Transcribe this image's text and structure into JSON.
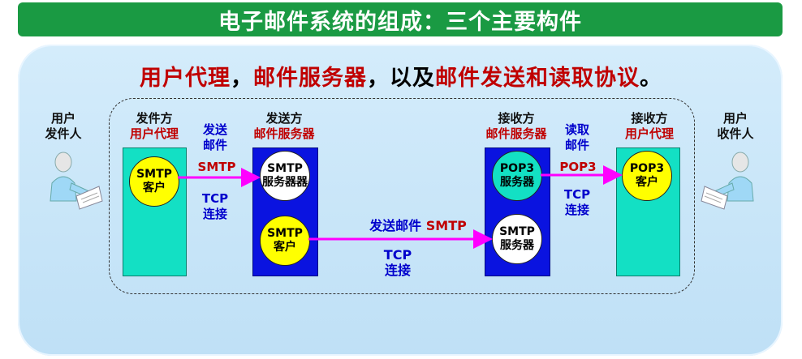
{
  "title": "电子邮件系统的组成：三个主要构件",
  "subtitle": {
    "part1": "用户代理",
    "sep1": "，",
    "part2": "邮件服务器",
    "sep2": "，以及",
    "part3": "邮件发送和读取协议",
    "end": "。"
  },
  "sender_user": {
    "line1": "用户",
    "line2": "发件人"
  },
  "receiver_user": {
    "line1": "用户",
    "line2": "收件人"
  },
  "sender_agent": {
    "line1": "发件方",
    "line2": "用户代理",
    "circle_line1": "SMTP",
    "circle_line2": "客户"
  },
  "sender_server": {
    "line1": "发送方",
    "line2": "邮件服务器",
    "top_line1": "SMTP",
    "top_line2": "服务器器",
    "bottom_line1": "SMTP",
    "bottom_line2": "客户"
  },
  "receiver_server": {
    "line1": "接收方",
    "line2": "邮件服务器",
    "top_line1": "POP3",
    "top_line2": "服务器",
    "bottom_line1": "SMTP",
    "bottom_line2": "服务器"
  },
  "receiver_agent": {
    "line1": "接收方",
    "line2": "用户代理",
    "circle_line1": "POP3",
    "circle_line2": "客户"
  },
  "arrow_send": {
    "line1": "发送",
    "line2": "邮件",
    "proto": "SMTP",
    "tcp1": "TCP",
    "tcp2": "连接"
  },
  "arrow_middle": {
    "text": "发送邮件",
    "proto": "SMTP",
    "tcp1": "TCP",
    "tcp2": "连接"
  },
  "arrow_read": {
    "line1": "读取",
    "line2": "邮件",
    "proto": "POP3",
    "tcp1": "TCP",
    "tcp2": "连接"
  },
  "colors": {
    "title_bg": "#1a9a43",
    "red": "#c00000",
    "blue": "#0000cc",
    "arrow": "#ff00ff",
    "teal": "#13e0c4",
    "navy": "#0a13e0",
    "yellow": "#ffff00"
  }
}
